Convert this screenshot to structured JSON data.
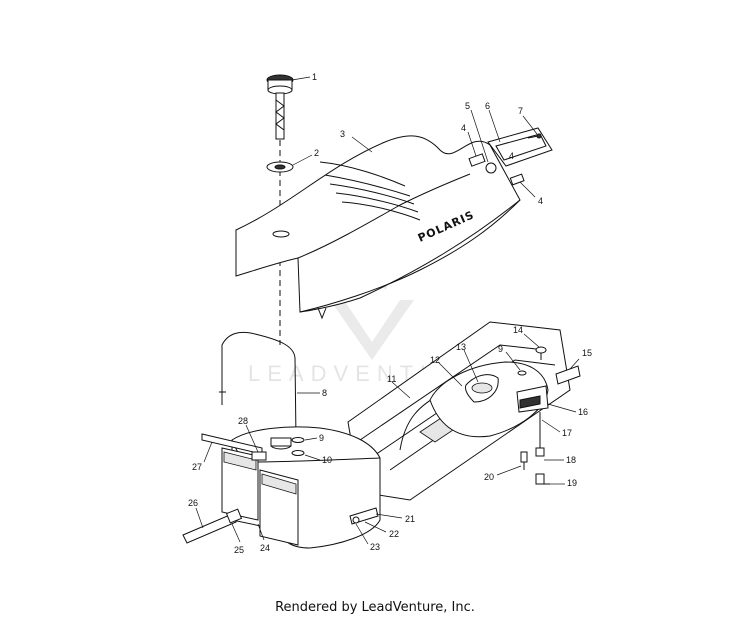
{
  "brand_text": "POLARIS",
  "watermark_text": "LEADVENTURE",
  "footer_text": "Rendered by LeadVenture, Inc.",
  "callouts": [
    "1",
    "2",
    "3",
    "4",
    "5",
    "6",
    "7",
    "4",
    "4",
    "9",
    "10",
    "8",
    "11",
    "12",
    "13",
    "14",
    "9",
    "15",
    "16",
    "17",
    "18",
    "19",
    "20",
    "21",
    "22",
    "23",
    "24",
    "25",
    "26",
    "27",
    "28"
  ],
  "colors": {
    "ink": "#111111",
    "watermark": "#cfcfcf",
    "background": "#ffffff"
  }
}
